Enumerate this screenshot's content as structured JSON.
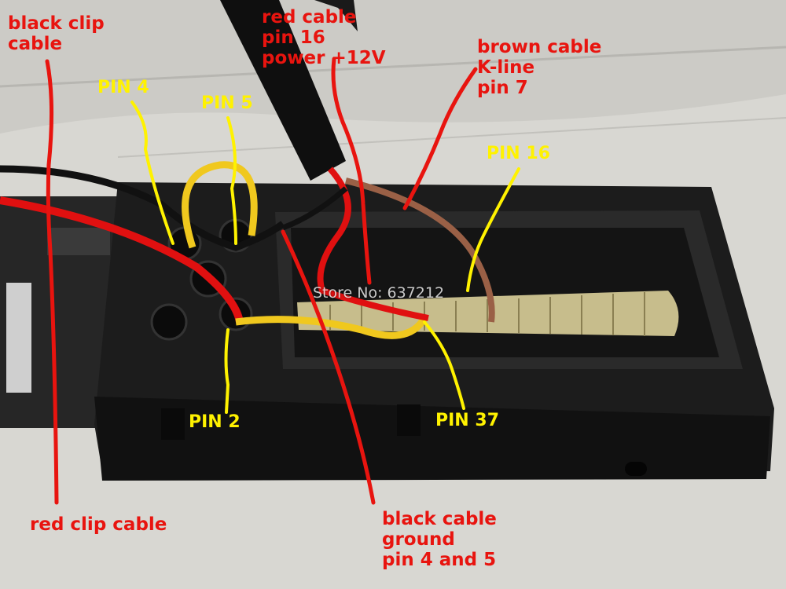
{
  "annotations": {
    "black_clip_cable": [
      "black clip",
      "cable"
    ],
    "red_cable_pin16": [
      "red cable",
      "pin 16",
      "power +12V"
    ],
    "brown_cable": [
      "brown cable",
      "K-line",
      "pin 7"
    ],
    "pin4": "PIN 4",
    "pin5": "PIN 5",
    "pin16": "PIN 16",
    "pin2": "PIN 2",
    "pin37": "PIN 37",
    "red_clip_cable": "red clip cable",
    "black_cable_ground": [
      "black cable",
      "ground",
      "pin 4 and 5"
    ]
  },
  "watermark": "Store No: 637212",
  "colors": {
    "annotation_red": "#e8140f",
    "annotation_yellow": "#fff200",
    "connector_body": "#1e1e1e",
    "pin_block": "#c9bf8e",
    "wire_red": "#e01010",
    "wire_yellow": "#f0c81e",
    "wire_brown": "#9a6046",
    "wire_black": "#111111"
  }
}
